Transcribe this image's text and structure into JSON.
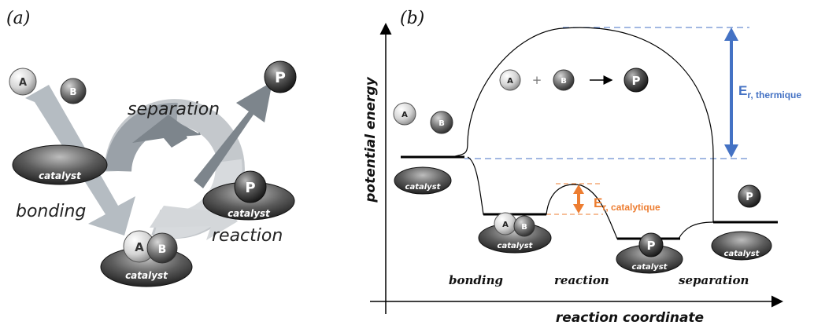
{
  "panel_a": {
    "label": "(a)",
    "words": {
      "separation": "separation",
      "bonding": "bonding",
      "reaction": "reaction"
    },
    "catalyst_label": "catalyst",
    "molecules": {
      "a": "A",
      "b": "B",
      "p": "P"
    }
  },
  "panel_b": {
    "label": "(b)",
    "y_axis_label": "potential energy",
    "x_axis_label": "reaction coordinate",
    "stages": [
      "bonding",
      "reaction",
      "separation"
    ],
    "catalyst_label": "catalyst",
    "equation": {
      "reactant_1": "A",
      "plus": "+",
      "reactant_2": "B",
      "arrow": "→",
      "product": "P"
    },
    "barrier_thermal": {
      "main": "E",
      "subscript": "r, thermique",
      "color": "#4472c4"
    },
    "barrier_catalytic": {
      "main": "E",
      "subscript": "r, catalytique",
      "color": "#ed7d31"
    },
    "molecules": {
      "a": "A",
      "b": "B",
      "p": "P"
    }
  }
}
